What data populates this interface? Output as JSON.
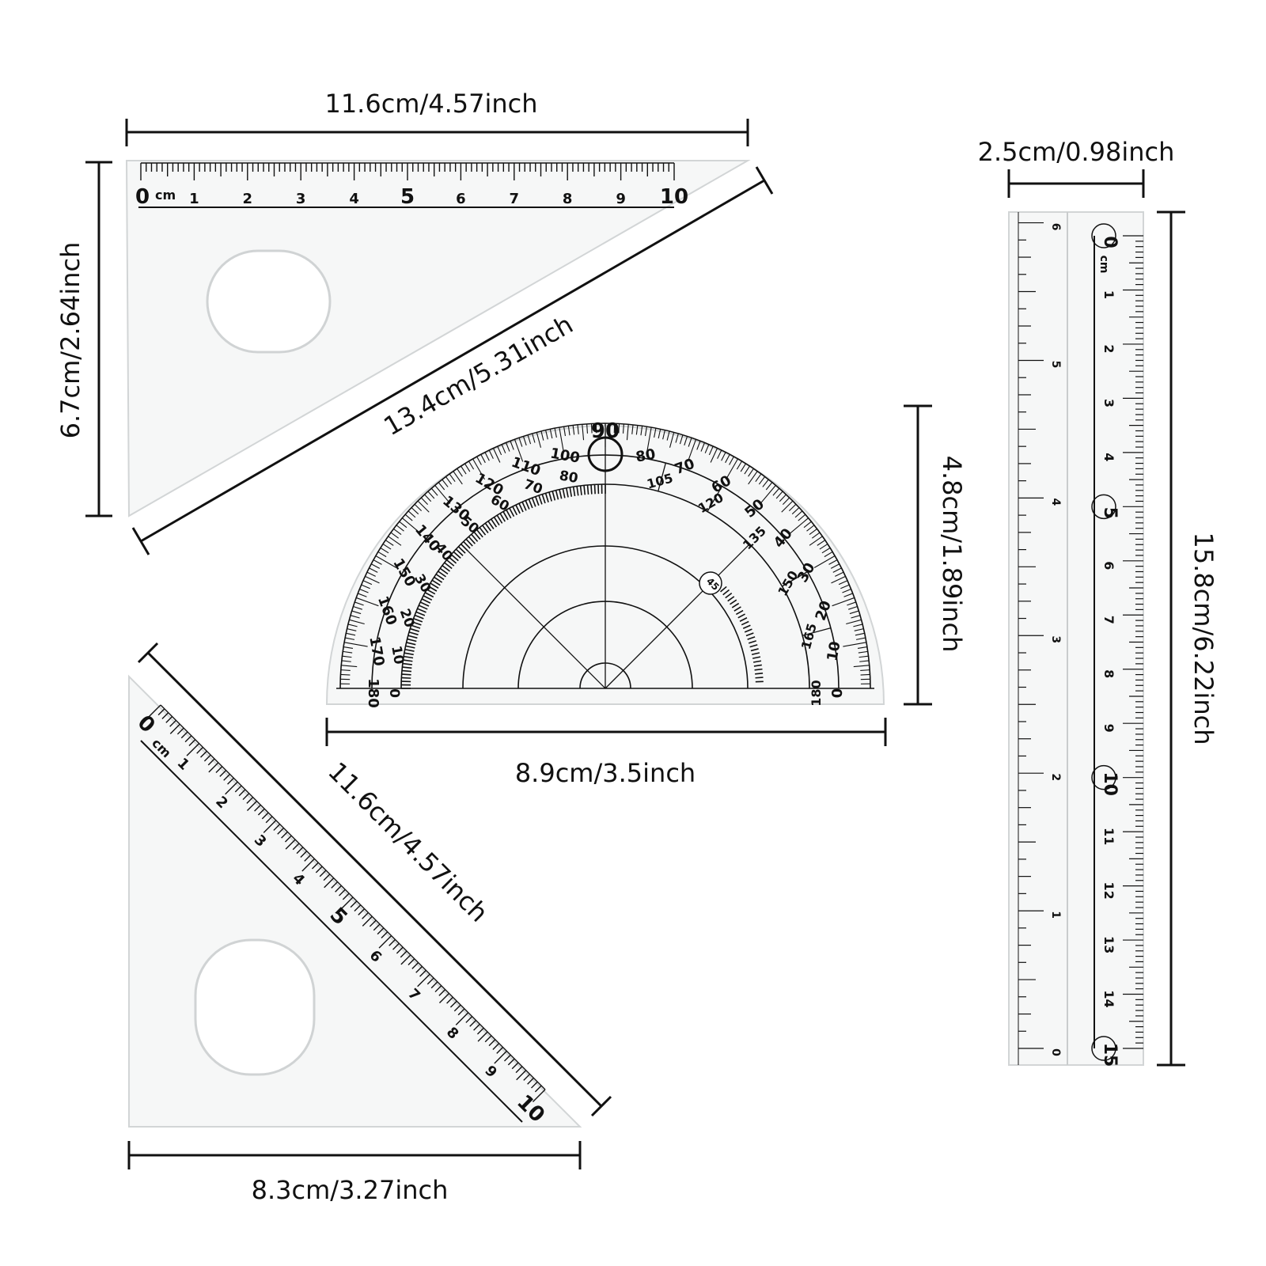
{
  "dimensions": {
    "triangle1_top": "11.6cm/4.57inch",
    "triangle1_left": "6.7cm/2.64inch",
    "triangle1_hyp": "13.4cm/5.31inch",
    "triangle2_hyp": "11.6cm/4.57inch",
    "triangle2_bottom": "8.3cm/3.27inch",
    "protractor_width": "8.9cm/3.5inch",
    "protractor_height": "4.8cm/1.89inch",
    "ruler_width": "2.5cm/0.98inch",
    "ruler_length": "15.8cm/6.22inch"
  },
  "triangle1": {
    "unit": "cm",
    "numbers": [
      "0",
      "1",
      "2",
      "3",
      "4",
      "5",
      "6",
      "7",
      "8",
      "9",
      "10"
    ]
  },
  "triangle2": {
    "unit": "cm",
    "numbers": [
      "0",
      "1",
      "2",
      "3",
      "4",
      "5",
      "6",
      "7",
      "8",
      "9",
      "10"
    ]
  },
  "protractor": {
    "outer_numbers": [
      "0",
      "10",
      "20",
      "30",
      "40",
      "50",
      "60",
      "70",
      "80",
      "90",
      "100",
      "110",
      "120",
      "130",
      "140",
      "150",
      "160",
      "170",
      "180"
    ],
    "inner_numbers": [
      "180",
      "170",
      "160",
      "150",
      "140",
      "130",
      "120",
      "110",
      "100",
      "90",
      "80",
      "70",
      "60",
      "50",
      "40",
      "30",
      "20",
      "10",
      "0"
    ],
    "inner_left_numbers": [
      "180",
      "165",
      "150",
      "135",
      "120",
      "105"
    ],
    "marked_angle": "45"
  },
  "ruler": {
    "unit": "cm",
    "cm_numbers": [
      "0",
      "1",
      "2",
      "3",
      "4",
      "5",
      "6",
      "7",
      "8",
      "9",
      "10",
      "11",
      "12",
      "13",
      "14",
      "15"
    ],
    "inch_numbers": [
      "0",
      "1",
      "2",
      "3",
      "4",
      "5",
      "6"
    ]
  },
  "colors": {
    "ink": "#111111",
    "acrylic": "#f6f7f7",
    "edge": "#d2d5d6"
  }
}
